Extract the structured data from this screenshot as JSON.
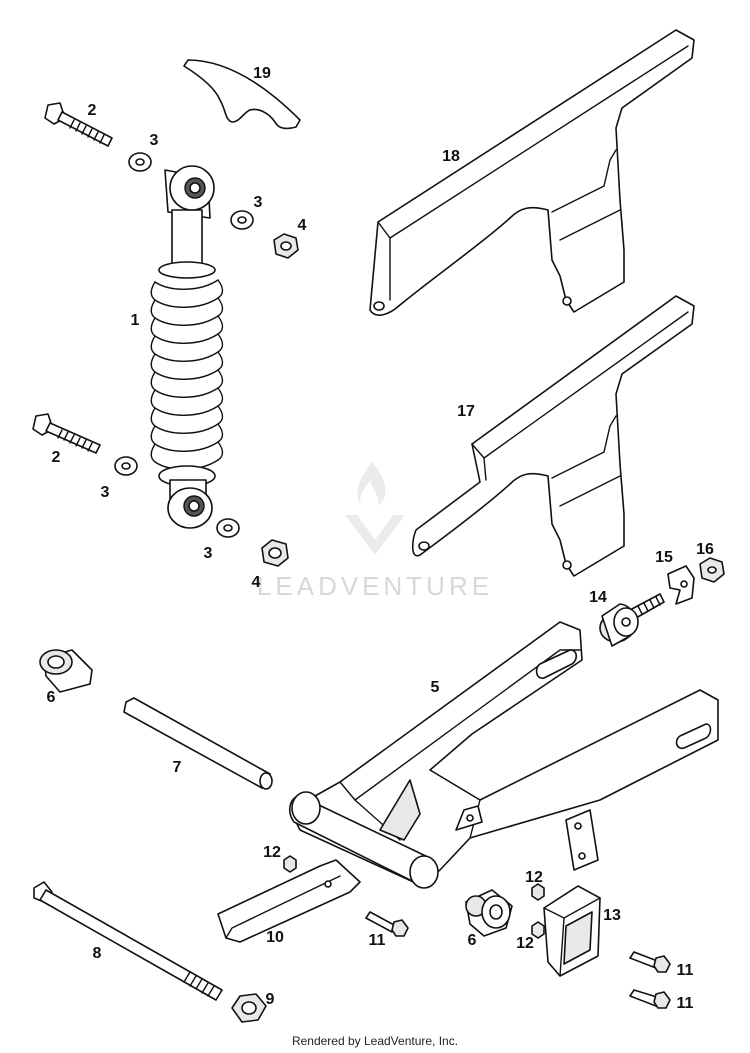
{
  "diagram": {
    "callouts": {
      "c1": "1",
      "c2a": "2",
      "c2b": "2",
      "c3a": "3",
      "c3b": "3",
      "c3c": "3",
      "c3d": "3",
      "c4a": "4",
      "c4b": "4",
      "c5": "5",
      "c6a": "6",
      "c6b": "6",
      "c7": "7",
      "c8": "8",
      "c9": "9",
      "c10": "10",
      "c11a": "11",
      "c11b": "11",
      "c11c": "11",
      "c12a": "12",
      "c12b": "12",
      "c12c": "12",
      "c13": "13",
      "c14": "14",
      "c15": "15",
      "c16": "16",
      "c17": "17",
      "c18": "18",
      "c19": "19"
    },
    "watermark": "LEADVENTURE",
    "footer": "Rendered by LeadVenture, Inc."
  }
}
